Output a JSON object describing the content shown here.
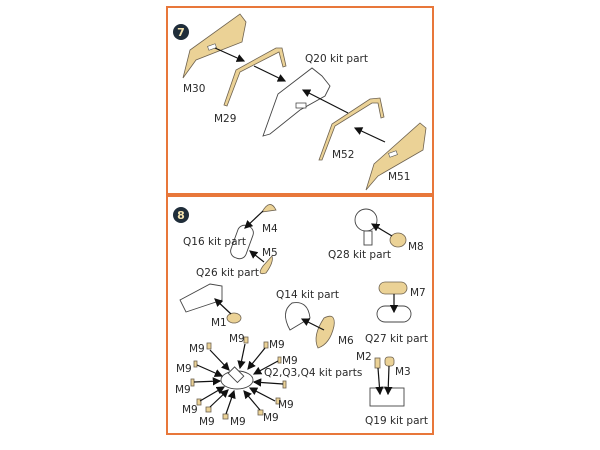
{
  "colors": {
    "frame": "#e8773a",
    "part": "#ebd296",
    "badge": "#1f2d3a"
  },
  "step7": {
    "number": "7",
    "labels": {
      "m30": "M30",
      "m29": "M29",
      "q20": "Q20 kit part",
      "m52": "M52",
      "m51": "M51"
    }
  },
  "step8": {
    "number": "8",
    "labels": {
      "m4": "M4",
      "q16": "Q16 kit part",
      "m5": "M5",
      "q26": "Q26 kit part",
      "m1": "M1",
      "q14": "Q14 kit part",
      "m6": "M6",
      "q28": "Q28 kit part",
      "m8": "M8",
      "m7": "M7",
      "q27": "Q27 kit part",
      "m2": "M2",
      "m3": "M3",
      "q19": "Q19 kit part",
      "q234": "Q2,Q3,Q4 kit parts",
      "m9": "M9"
    }
  }
}
